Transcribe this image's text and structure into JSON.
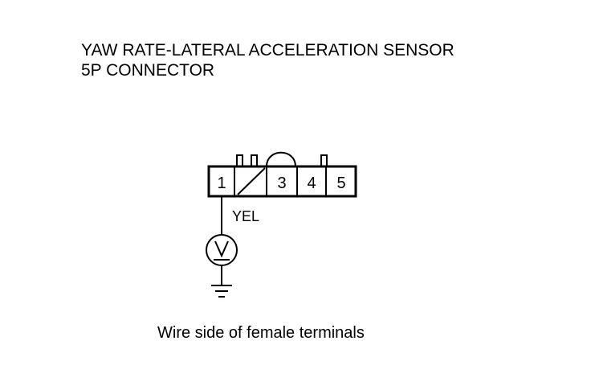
{
  "title": {
    "line1": "YAW RATE-LATERAL ACCELERATION SENSOR",
    "line2": "5P CONNECTOR"
  },
  "connector": {
    "pins": [
      "1",
      "",
      "3",
      "4",
      "5"
    ],
    "blank_pin_symbol": "diagonal-slash"
  },
  "wire": {
    "color_label": "YEL"
  },
  "meter": {
    "symbol": "V"
  },
  "caption": "Wire side of female terminals",
  "colors": {
    "ink": "#000000",
    "background": "#ffffff"
  },
  "icons": [
    "voltmeter-icon",
    "ground-icon"
  ]
}
